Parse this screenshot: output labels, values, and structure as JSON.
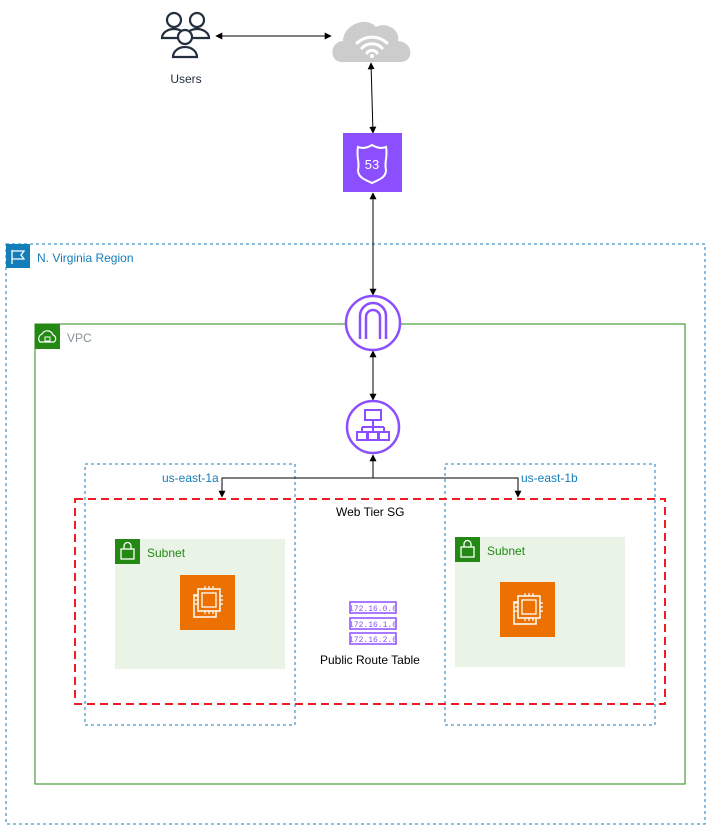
{
  "users": {
    "label": "Users"
  },
  "region": {
    "label": "N. Virginia Region",
    "color": "#147eba"
  },
  "vpc": {
    "label": "VPC",
    "border_color": "#248814",
    "label_color": "#879196"
  },
  "availability_zones": [
    {
      "label": "us-east-1a"
    },
    {
      "label": "us-east-1b"
    }
  ],
  "security_group": {
    "label": "Web Tier SG",
    "border_color": "#ee1c25"
  },
  "subnets": [
    {
      "label": "Subnet"
    },
    {
      "label": "Subnet"
    }
  ],
  "route_table": {
    "label": "Public Route Table",
    "routes": [
      "172.16.0.0",
      "172.16.1.0",
      "172.16.2.0"
    ]
  },
  "route53": {
    "text": "53",
    "color": "#8c4fff"
  },
  "colors": {
    "ec2": "#ed7100",
    "network": "#8c4fff",
    "subnet_fill": "#e9f3e6",
    "cloud": "#cccccc"
  },
  "icons": [
    "users-icon",
    "internet-cloud-icon",
    "route53-icon",
    "region-flag-icon",
    "vpc-icon",
    "internet-gateway-icon",
    "load-balancer-icon",
    "subnet-lock-icon",
    "ec2-instance-icon",
    "route-table-icon"
  ]
}
